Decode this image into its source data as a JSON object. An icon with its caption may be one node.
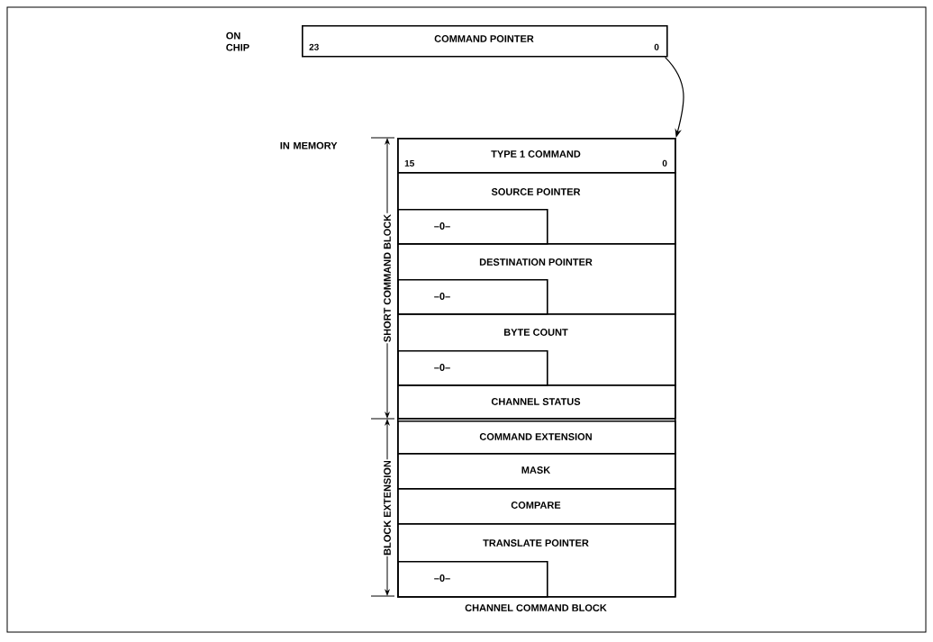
{
  "diagram": {
    "nodes": [
      {
        "text": [
          "COMMAND POINTER",
          "23",
          "0"
        ]
      },
      {
        "text": [
          "CHANNEL COMMAND BLOCK"
        ]
      },
      {
        "text": [
          "TYPE 1 COMMAND",
          "15",
          "0"
        ],
        "in": 1
      },
      {
        "text": [
          "SOURCE POINTER"
        ],
        "in": 1
      },
      {
        "text": [
          "–0–"
        ],
        "in": 3
      },
      {
        "text": [
          "DESTINATION POINTER"
        ],
        "in": 1
      },
      {
        "text": [
          "–0–"
        ],
        "in": 5
      },
      {
        "text": [
          "BYTE COUNT"
        ],
        "in": 1
      },
      {
        "text": [
          "–0–"
        ],
        "in": 7
      },
      {
        "text": [
          "CHANNEL STATUS"
        ],
        "in": 1
      },
      {
        "text": [
          "COMMAND EXTENSION"
        ],
        "in": 1
      },
      {
        "text": [
          "MASK"
        ],
        "in": 1
      },
      {
        "text": [
          "COMPARE"
        ],
        "in": 1
      },
      {
        "text": [
          "TRANSLATE POINTER"
        ],
        "in": 1
      },
      {
        "text": [
          "–0–"
        ],
        "in": 13
      }
    ],
    "edges": [
      {
        "from": 0,
        "to": 1,
        "arrow": "to"
      }
    ],
    "labels": [
      "ON CHIP",
      "IN MEMORY",
      "SHORT COMMAND BLOCK",
      "BLOCK EXTENSION"
    ]
  }
}
